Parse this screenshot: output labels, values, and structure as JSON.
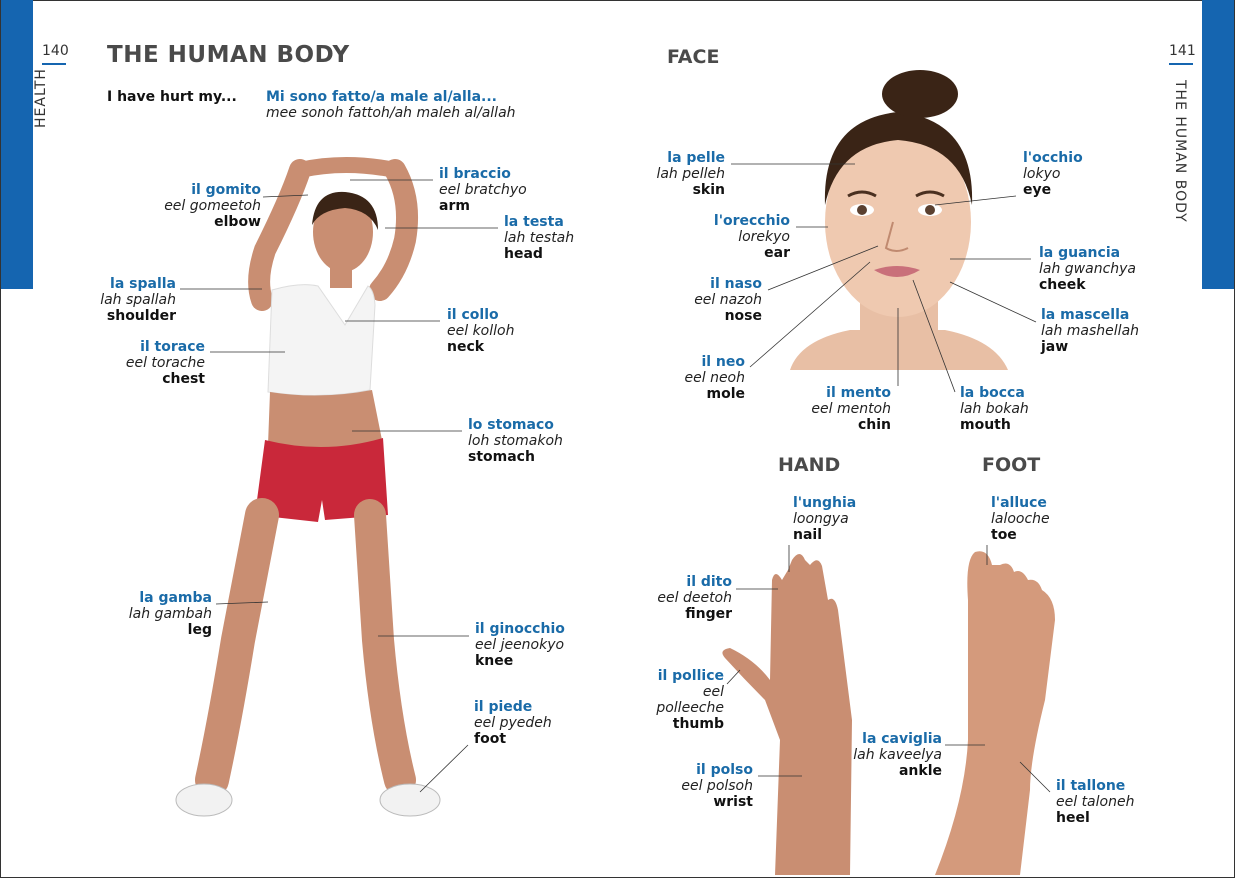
{
  "pages": {
    "left_number": "140",
    "right_number": "141",
    "left_tab": "HEALTH",
    "right_tab": "THE HUMAN BODY"
  },
  "headings": {
    "main": "THE HUMAN BODY",
    "face": "FACE",
    "hand": "HAND",
    "foot": "FOOT"
  },
  "phrase": {
    "english": "I have hurt my...",
    "italian": "Mi sono fatto/a male al/alla...",
    "pronunciation": "mee sonoh fattoh/ah maleh al/allah"
  },
  "body": [
    {
      "it": "il gomito",
      "pr": "eel gomeetoh",
      "en": "elbow"
    },
    {
      "it": "il braccio",
      "pr": "eel bratchyo",
      "en": "arm"
    },
    {
      "it": "la testa",
      "pr": "lah testah",
      "en": "head"
    },
    {
      "it": "la spalla",
      "pr": "lah spallah",
      "en": "shoulder"
    },
    {
      "it": "il collo",
      "pr": "eel kolloh",
      "en": "neck"
    },
    {
      "it": "il torace",
      "pr": "eel torache",
      "en": "chest"
    },
    {
      "it": "lo stomaco",
      "pr": "loh stomakoh",
      "en": "stomach"
    },
    {
      "it": "la gamba",
      "pr": "lah gambah",
      "en": "leg"
    },
    {
      "it": "il ginocchio",
      "pr": "eel jeenokyo",
      "en": "knee"
    },
    {
      "it": "il piede",
      "pr": "eel pyedeh",
      "en": "foot"
    }
  ],
  "face": [
    {
      "it": "la pelle",
      "pr": "lah pelleh",
      "en": "skin"
    },
    {
      "it": "l'occhio",
      "pr": "lokyo",
      "en": "eye"
    },
    {
      "it": "l'orecchio",
      "pr": "lorekyo",
      "en": "ear"
    },
    {
      "it": "la guancia",
      "pr": "lah gwanchya",
      "en": "cheek"
    },
    {
      "it": "il naso",
      "pr": "eel nazoh",
      "en": "nose"
    },
    {
      "it": "la mascella",
      "pr": "lah mashellah",
      "en": "jaw"
    },
    {
      "it": "il neo",
      "pr": "eel neoh",
      "en": "mole"
    },
    {
      "it": "il mento",
      "pr": "eel mentoh",
      "en": "chin"
    },
    {
      "it": "la bocca",
      "pr": "lah bokah",
      "en": "mouth"
    }
  ],
  "hand": [
    {
      "it": "l'unghia",
      "pr": "loongya",
      "en": "nail"
    },
    {
      "it": "il dito",
      "pr": "eel deetoh",
      "en": "finger"
    },
    {
      "it": "il pollice",
      "pr": "eel polleeche",
      "en": "thumb"
    },
    {
      "it": "il polso",
      "pr": "eel polsoh",
      "en": "wrist"
    }
  ],
  "foot": [
    {
      "it": "l'alluce",
      "pr": "lalooche",
      "en": "toe"
    },
    {
      "it": "la caviglia",
      "pr": "lah kaveelya",
      "en": "ankle"
    },
    {
      "it": "il tallone",
      "pr": "eel taloneh",
      "en": "heel"
    }
  ],
  "colors": {
    "accent": "#1565b0",
    "italian_text": "#1a6ba8"
  }
}
